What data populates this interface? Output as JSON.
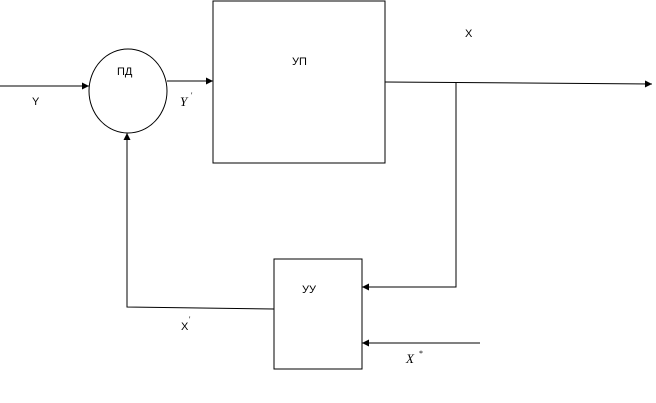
{
  "blocks": {
    "comparator": {
      "label": "ПД"
    },
    "amplifier": {
      "label": "УП"
    },
    "control_unit": {
      "label": "УУ"
    }
  },
  "signals": {
    "input": {
      "label": "Y"
    },
    "comparator_out": {
      "label": "Y",
      "mark": "'"
    },
    "output": {
      "label": "X"
    },
    "feedback": {
      "label": "X",
      "mark": "'"
    },
    "setpoint": {
      "label": "X",
      "mark": "*"
    }
  },
  "colors": {
    "line": "#000000",
    "background": "#ffffff"
  }
}
